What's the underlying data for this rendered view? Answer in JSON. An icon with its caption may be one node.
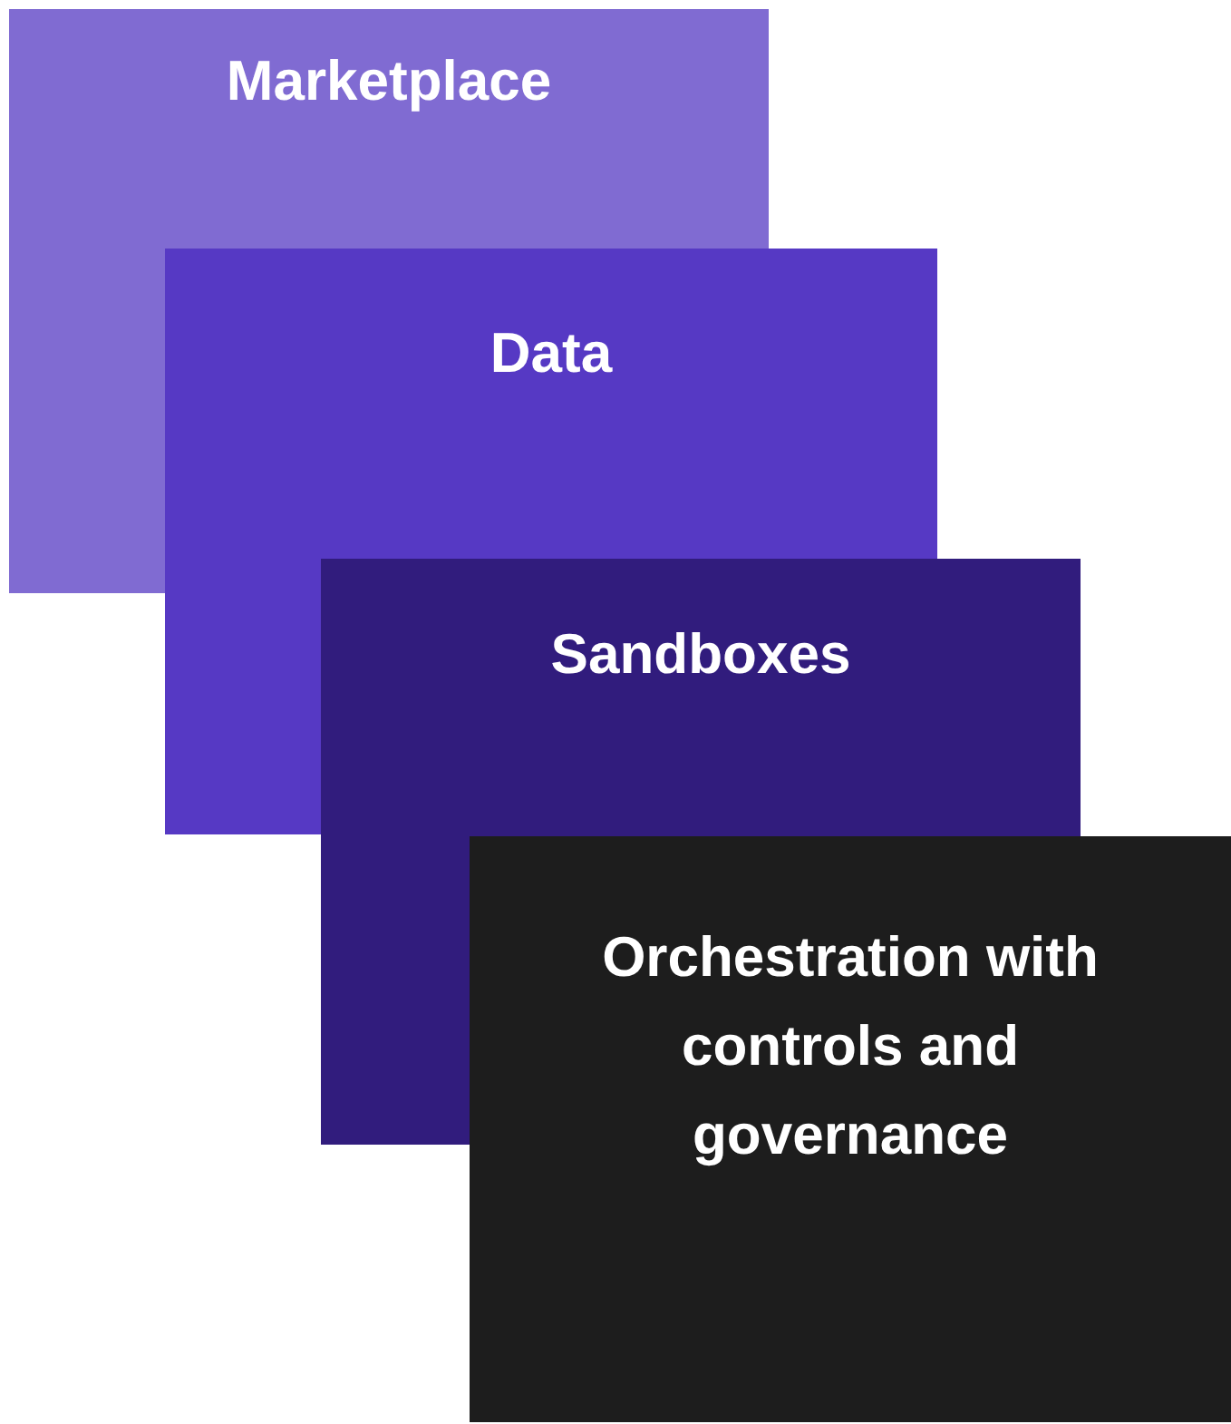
{
  "diagram": {
    "nodes": [
      {
        "text": [
          "Marketplace"
        ]
      },
      {
        "text": [
          "Data"
        ]
      },
      {
        "text": [
          "Sandboxes"
        ]
      },
      {
        "text": [
          "Orchestration with controls and governance"
        ]
      }
    ]
  }
}
